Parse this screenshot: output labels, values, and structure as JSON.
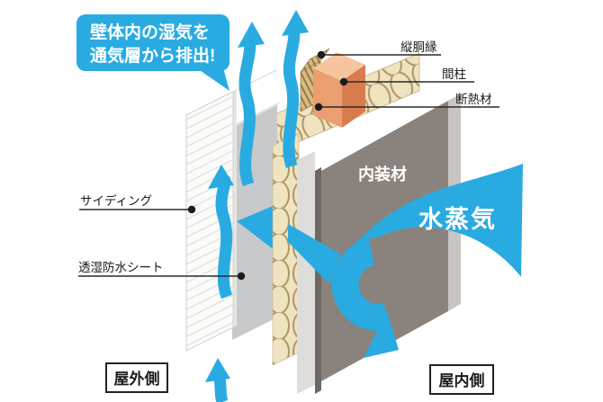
{
  "callout": {
    "line1": "壁体内の湿気を",
    "line2": "通気層から排出!"
  },
  "labels": {
    "furring": "縦胴縁",
    "stud": "間柱",
    "insulation": "断熱材",
    "siding": "サイディング",
    "sheet": "透湿防水シート",
    "interior": "内装材",
    "vapor": "水蒸気",
    "outdoor": "屋外側",
    "indoor": "屋内側"
  },
  "colors": {
    "accent_cyan": "#29abe2",
    "interior_panel_front": "#8a827c",
    "interior_panel_side": "#c9c5c1",
    "insulation_cream": "#f0e3bf",
    "insulation_coil": "#ab9767",
    "stud_orange_front": "#eb9e6f",
    "stud_orange_top": "#f6c49e",
    "stud_orange_side": "#d87c4e",
    "wood_tan": "#d8bb83",
    "sheet_gray": "#c7c9cb",
    "siding_white": "#fbfbf9"
  }
}
